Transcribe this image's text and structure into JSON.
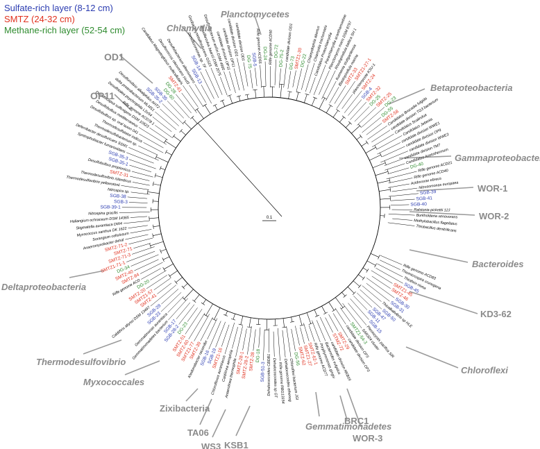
{
  "legend": {
    "sulfate": {
      "label": "Sulfate-rich layer (8-12 cm)",
      "color": "#2a3bb0"
    },
    "smtz": {
      "label": "SMTZ (24-32 cm)",
      "color": "#e0301e"
    },
    "methane": {
      "label": "Methane-rich layer (52-54 cm)",
      "color": "#2e8b2e"
    }
  },
  "colors": {
    "S": "#2a3bb0",
    "M": "#e0301e",
    "D": "#2e8b2e",
    "B": "#000000",
    "group": "#8a8a8a",
    "sector": "#9a9a9a"
  },
  "scale_label": "0.1",
  "groups": [
    {
      "text": "Planctomycetes",
      "italic": true
    },
    {
      "text": "Chlamydia",
      "italic": true
    },
    {
      "text": "OD1",
      "italic": false
    },
    {
      "text": "OP11",
      "italic": false
    },
    {
      "text": "Betaproteobacteria",
      "italic": true
    },
    {
      "text": "Gammaproteobacteria",
      "italic": true
    },
    {
      "text": "WOR-1",
      "italic": false
    },
    {
      "text": "WOR-2",
      "italic": false
    },
    {
      "text": "Bacteroides",
      "italic": true
    },
    {
      "text": "KD3-62",
      "italic": false
    },
    {
      "text": "Chloroflexi",
      "italic": true
    },
    {
      "text": "WOR-3",
      "italic": false
    },
    {
      "text": "BRC1",
      "italic": false
    },
    {
      "text": "Gemmatimonadetes",
      "italic": true
    },
    {
      "text": "KSB1",
      "italic": false
    },
    {
      "text": "WS3",
      "italic": false
    },
    {
      "text": "TA06",
      "italic": false
    },
    {
      "text": "Zixibacteria",
      "italic": false
    },
    {
      "text": "Myxococcales",
      "italic": true
    },
    {
      "text": "Thermodesulfovibrio",
      "italic": true
    },
    {
      "text": "Deltaproteobacteria",
      "italic": true
    }
  ],
  "leaves": [
    {
      "t": "Rifle genome ACD83",
      "c": "B"
    },
    {
      "t": "Thiomicrospira crunogena",
      "c": "B"
    },
    {
      "t": "Thiothrix nivea",
      "c": "B"
    },
    {
      "t": "SGB-45",
      "c": "S"
    },
    {
      "t": "SMTZ1-45",
      "c": "M"
    },
    {
      "t": "SMTZ-46",
      "c": "M"
    },
    {
      "t": "SGB-30",
      "c": "S"
    },
    {
      "t": "SGB-31",
      "c": "S"
    },
    {
      "t": "Thioalkalivibrio sp HLE",
      "c": "B"
    },
    {
      "t": "SGB-50",
      "c": "S"
    },
    {
      "t": "SGB-47",
      "c": "S"
    },
    {
      "t": "SGB-11",
      "c": "S"
    },
    {
      "t": "SGB-15",
      "c": "S"
    },
    {
      "t": "Plesiocystis pacifica SIR",
      "c": "B"
    },
    {
      "t": "SAR324 cluster",
      "c": "B"
    },
    {
      "t": "SMTZ1-54-3",
      "c": "D"
    },
    {
      "t": "candidate division OP3",
      "c": "B"
    },
    {
      "t": "candidate division OP3",
      "c": "B"
    },
    {
      "t": "SMTZ-29",
      "c": "M"
    },
    {
      "t": "STMZ-72",
      "c": "M"
    },
    {
      "t": "candidate division NKB19",
      "c": "B"
    },
    {
      "t": "Bacteroides vulgatus",
      "c": "B"
    },
    {
      "t": "Porphyromonas gingiv",
      "c": "B"
    },
    {
      "t": "Rifle genome ACD77",
      "c": "B"
    },
    {
      "t": "SMTZ-62-1",
      "c": "M"
    },
    {
      "t": "SMTZ1-27",
      "c": "M"
    },
    {
      "t": "SMTZ-62",
      "c": "M"
    },
    {
      "t": "DG-56",
      "c": "D"
    },
    {
      "t": "Chloroflexi bacterium JGI",
      "c": "B"
    },
    {
      "t": "Dehalococcoides ethenog",
      "c": "B"
    },
    {
      "t": "Rifle genome RBG13154",
      "c": "B"
    },
    {
      "t": "Dehalococcoides sp GT",
      "c": "B"
    },
    {
      "t": "Dehalococcoides CBDB1",
      "c": "B"
    },
    {
      "t": "SGB-51-3",
      "c": "S"
    },
    {
      "t": "DG-18",
      "c": "D"
    },
    {
      "t": "SMTZ-28",
      "c": "M"
    },
    {
      "t": "SMTZ-28-2",
      "c": "M"
    },
    {
      "t": "SMTZ-28-1",
      "c": "M"
    },
    {
      "t": "Anaerolinea thermophila",
      "c": "B"
    },
    {
      "t": "Caldilinea aerophila",
      "c": "B"
    },
    {
      "t": "Chloroflexus aurantiacus",
      "c": "B"
    },
    {
      "t": "SMTZ1-16",
      "c": "M"
    },
    {
      "t": "SGB-19",
      "c": "S"
    },
    {
      "t": "SGB-16",
      "c": "S"
    },
    {
      "t": "Ktedonobacter racemifer",
      "c": "B"
    },
    {
      "t": "SMTZ-39",
      "c": "M"
    },
    {
      "t": "SMTZ1-77",
      "c": "M"
    },
    {
      "t": "SMTZ-60",
      "c": "M"
    },
    {
      "t": "SMTZ-51",
      "c": "M"
    },
    {
      "t": "DG-23",
      "c": "D"
    },
    {
      "t": "SGB-28-2",
      "c": "S"
    },
    {
      "t": "SGB-17",
      "c": "S"
    },
    {
      "t": "Gemmatimonadetes bacterium",
      "c": "B"
    },
    {
      "t": "Gemmatimonas aurantiaca",
      "c": "B"
    },
    {
      "t": "SGB-23",
      "c": "S"
    },
    {
      "t": "SGB-28",
      "c": "S"
    },
    {
      "t": "Caldithrix abyssi DSM 13497",
      "c": "B"
    },
    {
      "t": "SMTZ-41",
      "c": "M"
    },
    {
      "t": "SMTZ1-57",
      "c": "M"
    },
    {
      "t": "SMTZ-20",
      "c": "M"
    },
    {
      "t": "DG-20",
      "c": "D"
    },
    {
      "t": "Rifle genome ACD",
      "c": "B"
    },
    {
      "t": "SMTZ-84",
      "c": "M"
    },
    {
      "t": "SMTZ-40",
      "c": "M"
    },
    {
      "t": "DG-34",
      "c": "D"
    },
    {
      "t": "SMTZ1-71-1",
      "c": "M"
    },
    {
      "t": "SMTZ-71-3",
      "c": "M"
    },
    {
      "t": "SMTZ-71",
      "c": "M"
    },
    {
      "t": "SMTZ-71-2",
      "c": "M"
    },
    {
      "t": "Anaeromyxobacter dehal",
      "c": "B"
    },
    {
      "t": "Sorangium cellulosum",
      "c": "B"
    },
    {
      "t": "Myxococcus xanthus DK 1622",
      "c": "B"
    },
    {
      "t": "Stigmatella aurantiaca DW4",
      "c": "B"
    },
    {
      "t": "Haliangium ochraceum DSM 14365",
      "c": "B"
    },
    {
      "t": "Nitrospina gracilis",
      "c": "B"
    },
    {
      "t": "SGB-39-1",
      "c": "S"
    },
    {
      "t": "SGB-3",
      "c": "S"
    },
    {
      "t": "SGB-38",
      "c": "S"
    },
    {
      "t": "Nitrospira sp.",
      "c": "B"
    },
    {
      "t": "Thermodesulfovibrio yellowstonii",
      "c": "B"
    },
    {
      "t": "Thermodesulfovibrio islandicus",
      "c": "B"
    },
    {
      "t": "SMTZ-31",
      "c": "M"
    },
    {
      "t": "Desulfobulbus propionicus",
      "c": "B"
    },
    {
      "t": "SGB-35-1",
      "c": "S"
    },
    {
      "t": "SGB-35-3",
      "c": "S"
    },
    {
      "t": "Syntrophobacter fumaroxidans",
      "c": "B"
    },
    {
      "t": "Deferribacter desulfuricans SSM1",
      "c": "B"
    },
    {
      "t": "Thermodesulfobacterium sp.",
      "c": "B"
    },
    {
      "t": "Thermodesulfatator indicus",
      "c": "B"
    },
    {
      "t": "Desulfobulbus sp. oral taxon 041",
      "c": "B"
    },
    {
      "t": "Desulfobulbus mediterraneus",
      "c": "B"
    },
    {
      "t": "Desulfocapsa sulfexigens DSM 10523",
      "c": "B"
    },
    {
      "t": "Rifle genome ACD78 1",
      "c": "B"
    },
    {
      "t": "Desulfotalea psychrophila LSv54",
      "c": "B"
    },
    {
      "t": "delta proteobacterium MLMS1",
      "c": "B"
    },
    {
      "t": "Desulfurivibrio alkaliphilus AHT2",
      "c": "B"
    },
    {
      "t": "SGB-35-2",
      "c": "S"
    },
    {
      "t": "SGB-35",
      "c": "S"
    },
    {
      "t": "DG-60",
      "c": "D"
    },
    {
      "t": "DG-28",
      "c": "D"
    },
    {
      "t": "SMTZ-61",
      "c": "M"
    },
    {
      "t": "Candidatus Magnetoglobus multicellularis",
      "c": "B"
    },
    {
      "t": "Desulfococcus oleovorans Hxd3",
      "c": "B"
    },
    {
      "t": "Desulfobacterium alkenivorans",
      "c": "B"
    },
    {
      "t": "SGB-13",
      "c": "S"
    },
    {
      "t": "SGB-14",
      "c": "S"
    },
    {
      "t": "Desulfuromonas sp. TF",
      "c": "B"
    },
    {
      "t": "Geobacter metallireducens GS15",
      "c": "B"
    },
    {
      "t": "Desulfarculus baarsii DSM 2075",
      "c": "B"
    },
    {
      "t": "Desulfobacterium anilini DSM 4660",
      "c": "B"
    },
    {
      "t": "candidate division OP11",
      "c": "B"
    },
    {
      "t": "candidate division OP11",
      "c": "B"
    },
    {
      "t": "candidate division OD1",
      "c": "B"
    },
    {
      "t": "candidate division OD1",
      "c": "B"
    },
    {
      "t": "DG-75",
      "c": "D"
    },
    {
      "t": "SGB-5",
      "c": "S"
    },
    {
      "t": "Rifle genome ACD55",
      "c": "B"
    },
    {
      "t": "DG-24",
      "c": "D"
    },
    {
      "t": "Rifle genome ACD50",
      "c": "B"
    },
    {
      "t": "DG-72",
      "c": "D"
    },
    {
      "t": "DG-75-2",
      "c": "D"
    },
    {
      "t": "candidate division OD1",
      "c": "B"
    },
    {
      "t": "DG-73",
      "c": "D"
    },
    {
      "t": "SMTZ1-30",
      "c": "M"
    },
    {
      "t": "DG-22",
      "c": "D"
    },
    {
      "t": "Chlamydophila abortus",
      "c": "B"
    },
    {
      "t": "Chlamydia trachomatis",
      "c": "B"
    },
    {
      "t": "Candidatus Protochlamydia",
      "c": "B"
    },
    {
      "t": "Parachlamydia acanthamoebae",
      "c": "B"
    },
    {
      "t": "Planctomyces maris DSM 8797",
      "c": "B"
    },
    {
      "t": "Rhodopirellula baltica SH 1",
      "c": "B"
    },
    {
      "t": "Kuenenia stuttgartiensis",
      "c": "B"
    },
    {
      "t": "Blastopirellula marina",
      "c": "B"
    },
    {
      "t": "SMTZ-33",
      "c": "M"
    },
    {
      "t": "SMTZ1-27-1",
      "c": "M"
    },
    {
      "t": "planctomycete KSU-1",
      "c": "B"
    },
    {
      "t": "SMTZ-24",
      "c": "M"
    },
    {
      "t": "SGB-4",
      "c": "S"
    },
    {
      "t": "SMTZ-32",
      "c": "M"
    },
    {
      "t": "DG-25",
      "c": "D"
    },
    {
      "t": "SMTZ-25",
      "c": "M"
    },
    {
      "t": "DG-23",
      "c": "D"
    },
    {
      "t": "DG-55",
      "c": "D"
    },
    {
      "t": "SMTZ-58",
      "c": "M"
    },
    {
      "t": "Candidatus Brocadia fulgida",
      "c": "B"
    },
    {
      "t": "candidate division TG3 bacterium",
      "c": "B"
    },
    {
      "t": "Candidatus Scalindua",
      "c": "B"
    },
    {
      "t": "Candidatus Jettenia",
      "c": "B"
    },
    {
      "t": "candidate division WWE1",
      "c": "B"
    },
    {
      "t": "candidate division OP9",
      "c": "B"
    },
    {
      "t": "candidate division WWE3",
      "c": "B"
    },
    {
      "t": "candidate division TM7",
      "c": "B"
    },
    {
      "t": "Candidatus Acetothermum",
      "c": "B"
    },
    {
      "t": "DG-40",
      "c": "D"
    },
    {
      "t": "Rifle genome ACD21",
      "c": "B"
    },
    {
      "t": "Rifle genome ACD40",
      "c": "B"
    },
    {
      "t": "Acidovorax ebreus",
      "c": "B"
    },
    {
      "t": "Nitrosomonas europaea",
      "c": "B"
    },
    {
      "t": "SGB-39",
      "c": "S"
    },
    {
      "t": "SGB-41",
      "c": "S"
    },
    {
      "t": "SGB-40",
      "c": "S"
    },
    {
      "t": "Ralstonia pickettii 12J",
      "c": "B"
    },
    {
      "t": "Burkholderia xenovorans",
      "c": "B"
    },
    {
      "t": "Methylobacillus flagellatus",
      "c": "B"
    },
    {
      "t": "Thiobacillus denitrificans",
      "c": "B"
    }
  ]
}
